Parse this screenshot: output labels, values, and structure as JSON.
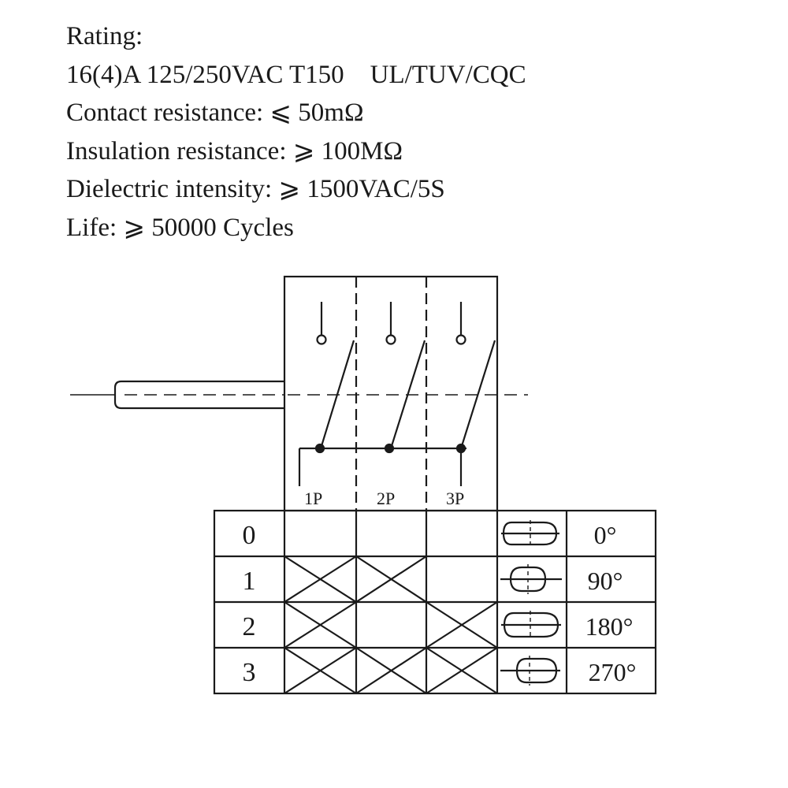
{
  "specs": {
    "rating_label": "Rating:",
    "rating_value": "16(4)A 125/250VAC T150    UL/TUV/CQC",
    "contact_resistance": "Contact resistance: ⩽ 50mΩ",
    "insulation_resistance": "Insulation resistance: ⩾ 100MΩ",
    "dielectric_intensity": "Dielectric intensity: ⩾ 1500VAC/5S",
    "life": "Life: ⩾ 50000 Cycles"
  },
  "diagram": {
    "poles": [
      "1P",
      "2P",
      "3P"
    ],
    "positions": [
      {
        "label": "0",
        "angle": "0°",
        "closed": [
          false,
          false,
          false
        ]
      },
      {
        "label": "1",
        "angle": "90°",
        "closed": [
          true,
          true,
          false
        ]
      },
      {
        "label": "2",
        "angle": "180°",
        "closed": [
          true,
          false,
          true
        ]
      },
      {
        "label": "3",
        "angle": "270°",
        "closed": [
          true,
          true,
          true
        ]
      }
    ]
  },
  "colors": {
    "ink": "#1a1a1a",
    "background": "#ffffff"
  }
}
